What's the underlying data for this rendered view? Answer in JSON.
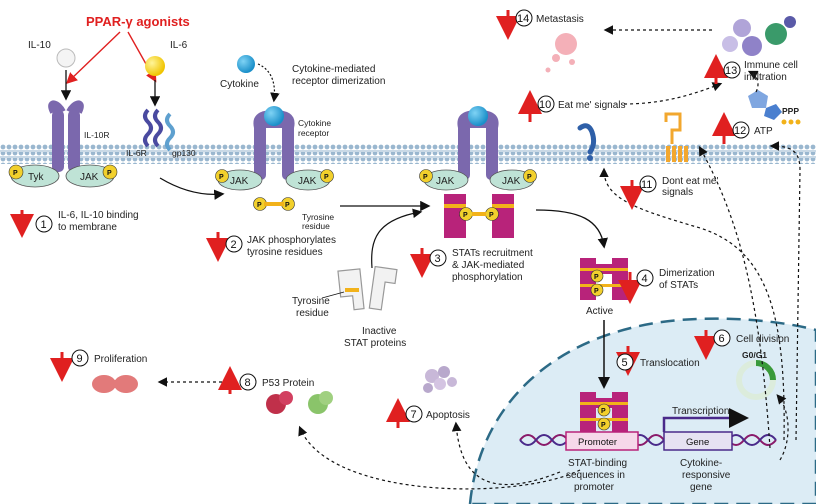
{
  "title": "PPAR-γ agonists",
  "ligands": {
    "il10": "IL-10",
    "il6": "IL-6",
    "cytokine": "Cytokine"
  },
  "receptors": {
    "il10r": "IL-10R",
    "il6r": "IL-6R",
    "gp130": "gp130",
    "cytokine_receptor": "Cytokine\nreceptor"
  },
  "labels": {
    "dimerization_note": "Cytokine-mediated\nreceptor dimerization",
    "tyk": "Tyk",
    "jak": "JAK",
    "p": "P",
    "tyrosine_residue_a": "Tyrosine\nresidue",
    "tyrosine_residue_b": "Tyrosine\nresidue",
    "inactive_stat": "Inactive\nSTAT proteins",
    "active": "Active",
    "promoter": "Promoter",
    "gene": "Gene",
    "transcription": "Transcription",
    "stat_binding": "STAT-binding\nsequences in\npromoter",
    "cytokine_gene": "Cytokine-\nresponsive\ngene",
    "g0g1": "G0/G1",
    "ppp": "PPP"
  },
  "steps": [
    {
      "num": "1",
      "text": "IL-6,  IL-10 binding\nto membrane",
      "direction": "down"
    },
    {
      "num": "2",
      "text": "JAK phosphorylates\ntyrosine residues",
      "direction": "down"
    },
    {
      "num": "3",
      "text": "STATs recruitment\n& JAK-mediated\nphosphorylation",
      "direction": "down"
    },
    {
      "num": "4",
      "text": "Dimerization\nof STATs",
      "direction": "down"
    },
    {
      "num": "5",
      "text": "Translocation",
      "direction": "down"
    },
    {
      "num": "6",
      "text": "Cell division",
      "direction": "down"
    },
    {
      "num": "7",
      "text": "Apoptosis",
      "direction": "up"
    },
    {
      "num": "8",
      "text": "P53 Protein",
      "direction": "up"
    },
    {
      "num": "9",
      "text": "Proliferation",
      "direction": "down"
    },
    {
      "num": "10",
      "text": "Eat me' signals",
      "direction": "up"
    },
    {
      "num": "11",
      "text": "Dont eat me'\nsignals",
      "direction": "down"
    },
    {
      "num": "12",
      "text": "ATP",
      "direction": "up"
    },
    {
      "num": "13",
      "text": "Immune cell\ninfiltration",
      "direction": "up"
    },
    {
      "num": "14",
      "text": "Metastasis",
      "direction": "down"
    }
  ],
  "colors": {
    "up_arrow": "#e02020",
    "down_arrow": "#e02020",
    "receptor": "#7b68ad",
    "stat": "#b8237a",
    "jak": "#bfe3d6",
    "phosphate": "#f2d02c",
    "membrane": "#9ab7cf",
    "nucleus": "#dcecf5"
  }
}
